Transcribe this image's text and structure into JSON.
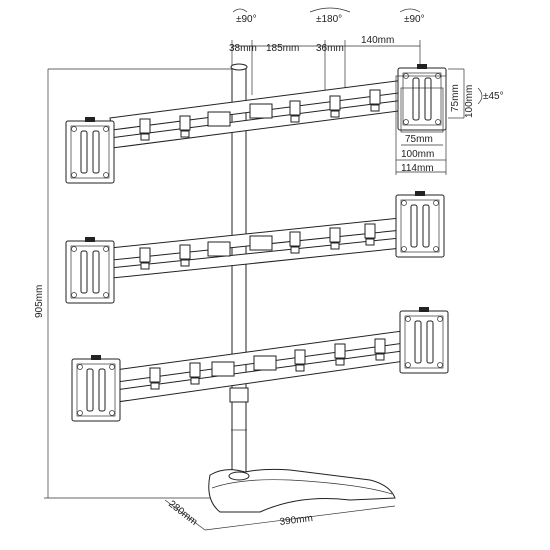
{
  "rotation": {
    "left": "±90°",
    "center": "±180°",
    "right": "±90°",
    "tilt": "±45°"
  },
  "top_dims": {
    "a": "38mm",
    "b": "185mm",
    "c": "36mm",
    "d": "140mm"
  },
  "vesa": {
    "w75": "75mm",
    "h75": "75mm",
    "w100": "100mm",
    "h100": "100mm",
    "w114": "114mm"
  },
  "height": "905mm",
  "base": {
    "depth": "280mm",
    "width": "390mm"
  }
}
